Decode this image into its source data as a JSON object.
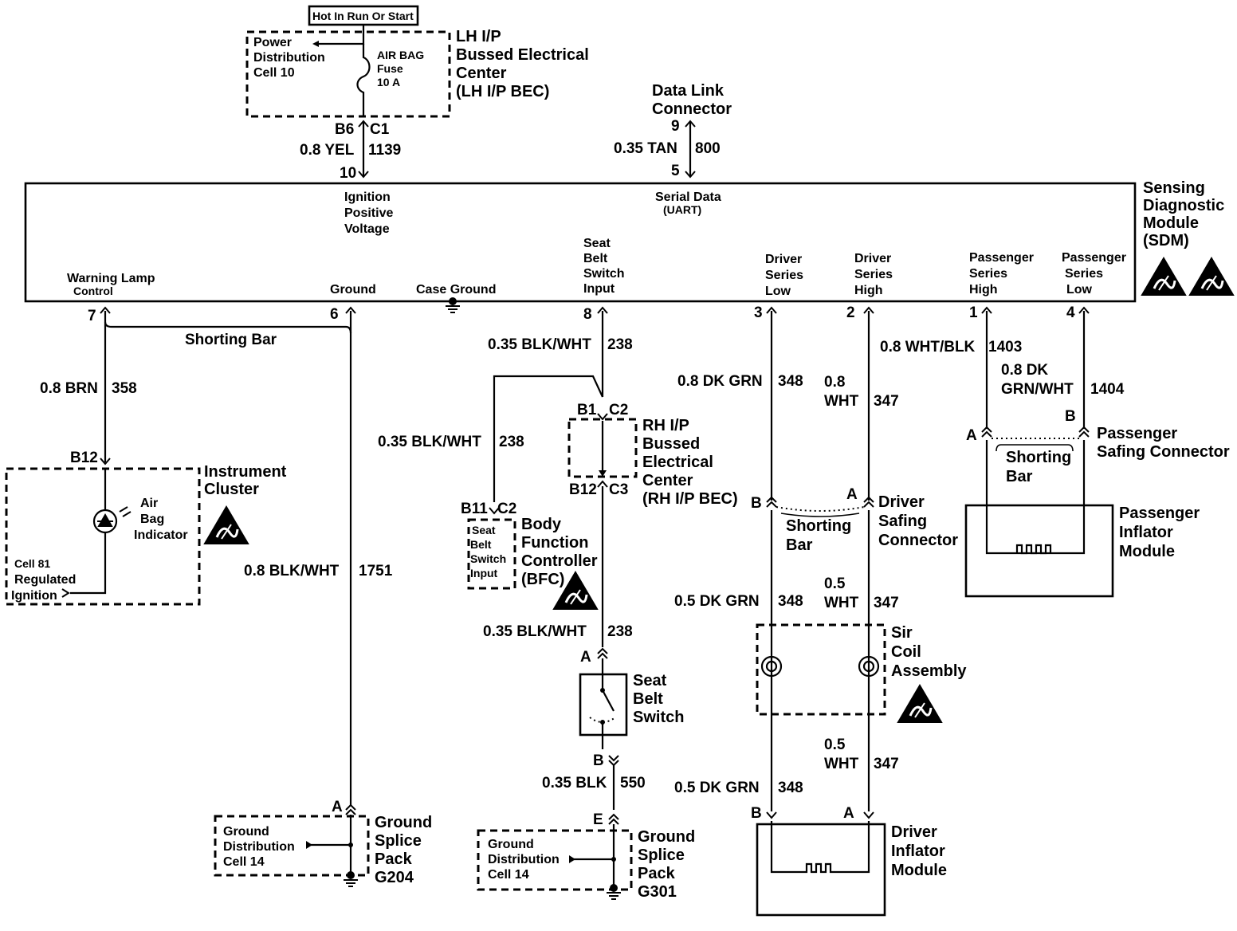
{
  "top_label": "Hot In Run Or Start",
  "lh_bec": {
    "lines": [
      "LH I/P",
      "Bussed Electrical",
      "Center",
      "(LH I/P BEC)"
    ],
    "power_lines": [
      "Power",
      "Distribution",
      "Cell 10"
    ],
    "fuse_lines": [
      "AIR BAG",
      "Fuse",
      "10 A"
    ],
    "pin": "B6",
    "conn": "C1"
  },
  "ignition_wire": {
    "gauge_color": "0.8 YEL",
    "circuit": "1139",
    "pin": "10"
  },
  "dlc": {
    "lines": [
      "Data Link",
      "Connector"
    ],
    "pin_top": "9",
    "gauge_color": "0.35 TAN",
    "circuit": "800",
    "pin_bottom": "5"
  },
  "sdm": {
    "lines": [
      "Sensing",
      "Diagnostic",
      "Module",
      "(SDM)"
    ],
    "ignition_lines": [
      "Ignition",
      "Positive",
      "Voltage"
    ],
    "serial_lines": [
      "Serial Data",
      "(UART)"
    ],
    "warning_lines": [
      "Warning  Lamp",
      "Control"
    ],
    "ground": "Ground",
    "case_ground": "Case Ground",
    "seatbelt_lines": [
      "Seat",
      "Belt",
      "Switch",
      "Input"
    ],
    "dsl_lines": [
      "Driver",
      "Series",
      "Low"
    ],
    "dsh_lines": [
      "Driver",
      "Series",
      "High"
    ],
    "psh_lines": [
      "Passenger",
      "Series",
      "High"
    ],
    "psl_lines": [
      "Passenger",
      "Series",
      "Low"
    ],
    "pins": {
      "warning": "7",
      "ground": "6",
      "seatbelt": "8",
      "dsl": "3",
      "dsh": "2",
      "psh": "1",
      "psl": "4"
    }
  },
  "shorting_bar_top": "Shorting Bar",
  "warning_wire": {
    "gauge_color": "0.8 BRN",
    "circuit": "358"
  },
  "cluster": {
    "pin": "B12",
    "lines": [
      "Instrument",
      "Cluster"
    ],
    "indicator_lines": [
      "Air",
      "Bag",
      "Indicator"
    ],
    "cell_lines": [
      "Cell 81",
      "Regulated",
      "Ignition"
    ]
  },
  "ground_wire": {
    "gauge_color": "0.8 BLK/WHT",
    "circuit": "1751"
  },
  "g204": {
    "pin": "A",
    "cell_lines": [
      "Ground",
      "Distribution",
      "Cell 14"
    ],
    "lines": [
      "Ground",
      "Splice",
      "Pack",
      "G204"
    ]
  },
  "seatbelt_wire1": {
    "gauge_color": "0.35 BLK/WHT",
    "circuit": "238"
  },
  "rh_bec": {
    "pin_top": "B1",
    "conn_top": "C2",
    "pin_bottom": "B12",
    "conn_bottom": "C3",
    "lines": [
      "RH I/P",
      "Bussed",
      "Electrical",
      "Center",
      "(RH I/P BEC)"
    ]
  },
  "bfc_wire": {
    "gauge_color": "0.35 BLK/WHT",
    "circuit": "238"
  },
  "bfc": {
    "pin": "B11",
    "conn": "C2",
    "input_lines": [
      "Seat",
      "Belt",
      "Switch",
      "Input"
    ],
    "lines": [
      "Body",
      "Function",
      "Controller",
      "(BFC)"
    ]
  },
  "seatbelt_wire2": {
    "gauge_color": "0.35 BLK/WHT",
    "circuit": "238"
  },
  "seatbelt_switch": {
    "pin_top": "A",
    "pin_bottom": "B",
    "lines": [
      "Seat",
      "Belt",
      "Switch"
    ]
  },
  "switch_ground_wire": {
    "gauge_color": "0.35 BLK",
    "circuit": "550"
  },
  "g301": {
    "pin": "E",
    "cell_lines": [
      "Ground",
      "Distribution",
      "Cell 14"
    ],
    "lines": [
      "Ground",
      "Splice",
      "Pack",
      "G301"
    ]
  },
  "dsl_wire1": {
    "gauge_color": "0.8 DK GRN",
    "circuit": "348"
  },
  "dsh_wire1": {
    "gauge_lines": [
      "0.8",
      "WHT"
    ],
    "circuit": "347"
  },
  "driver_safing": {
    "pin_b": "B",
    "pin_a": "A",
    "bar_lines": [
      "Shorting",
      "Bar"
    ],
    "lines": [
      "Driver",
      "Safing",
      "Connector"
    ]
  },
  "dsl_wire2": {
    "gauge_color": "0.5 DK GRN",
    "circuit": "348"
  },
  "dsh_wire2": {
    "gauge_lines": [
      "0.5",
      "WHT"
    ],
    "circuit": "347"
  },
  "sir_coil": {
    "lines": [
      "Sir",
      "Coil",
      "Assembly"
    ]
  },
  "dsl_wire3": {
    "gauge_color": "0.5 DK GRN",
    "circuit": "348"
  },
  "dsh_wire3": {
    "gauge_lines": [
      "0.5",
      "WHT"
    ],
    "circuit": "347"
  },
  "driver_inflator": {
    "pin_b": "B",
    "pin_a": "A",
    "lines": [
      "Driver",
      "Inflator",
      "Module"
    ]
  },
  "psh_wire": {
    "gauge_color": "0.8 WHT/BLK",
    "circuit": "1403"
  },
  "psl_wire": {
    "gauge_lines": [
      "0.8 DK",
      "GRN/WHT"
    ],
    "circuit": "1404"
  },
  "passenger_safing": {
    "pin_a": "A",
    "pin_b": "B",
    "bar_lines": [
      "Shorting",
      "Bar"
    ],
    "lines": [
      "Passenger",
      "Safing Connector"
    ]
  },
  "passenger_inflator": {
    "lines": [
      "Passenger",
      "Inflator",
      "Module"
    ]
  }
}
